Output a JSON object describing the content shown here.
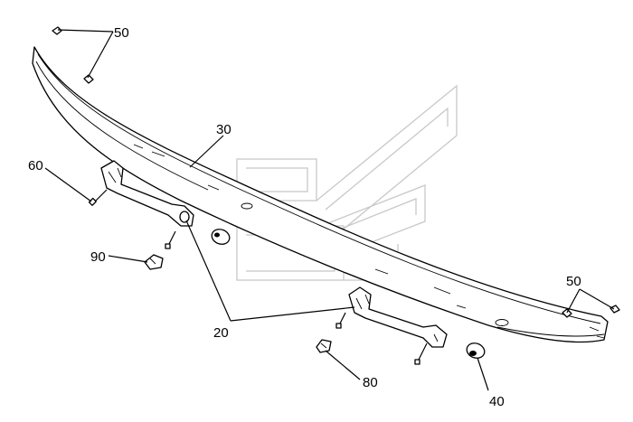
{
  "diagram": {
    "callouts": [
      {
        "id": "c50a",
        "text": "50"
      },
      {
        "id": "c30",
        "text": "30"
      },
      {
        "id": "c60",
        "text": "60"
      },
      {
        "id": "c90",
        "text": "90"
      },
      {
        "id": "c20",
        "text": "20"
      },
      {
        "id": "c50b",
        "text": "50"
      },
      {
        "id": "c80",
        "text": "80"
      },
      {
        "id": "c40",
        "text": "40"
      }
    ],
    "colors": {
      "line": "#000000",
      "watermark": "#c8c8c8",
      "background": "#ffffff"
    }
  }
}
